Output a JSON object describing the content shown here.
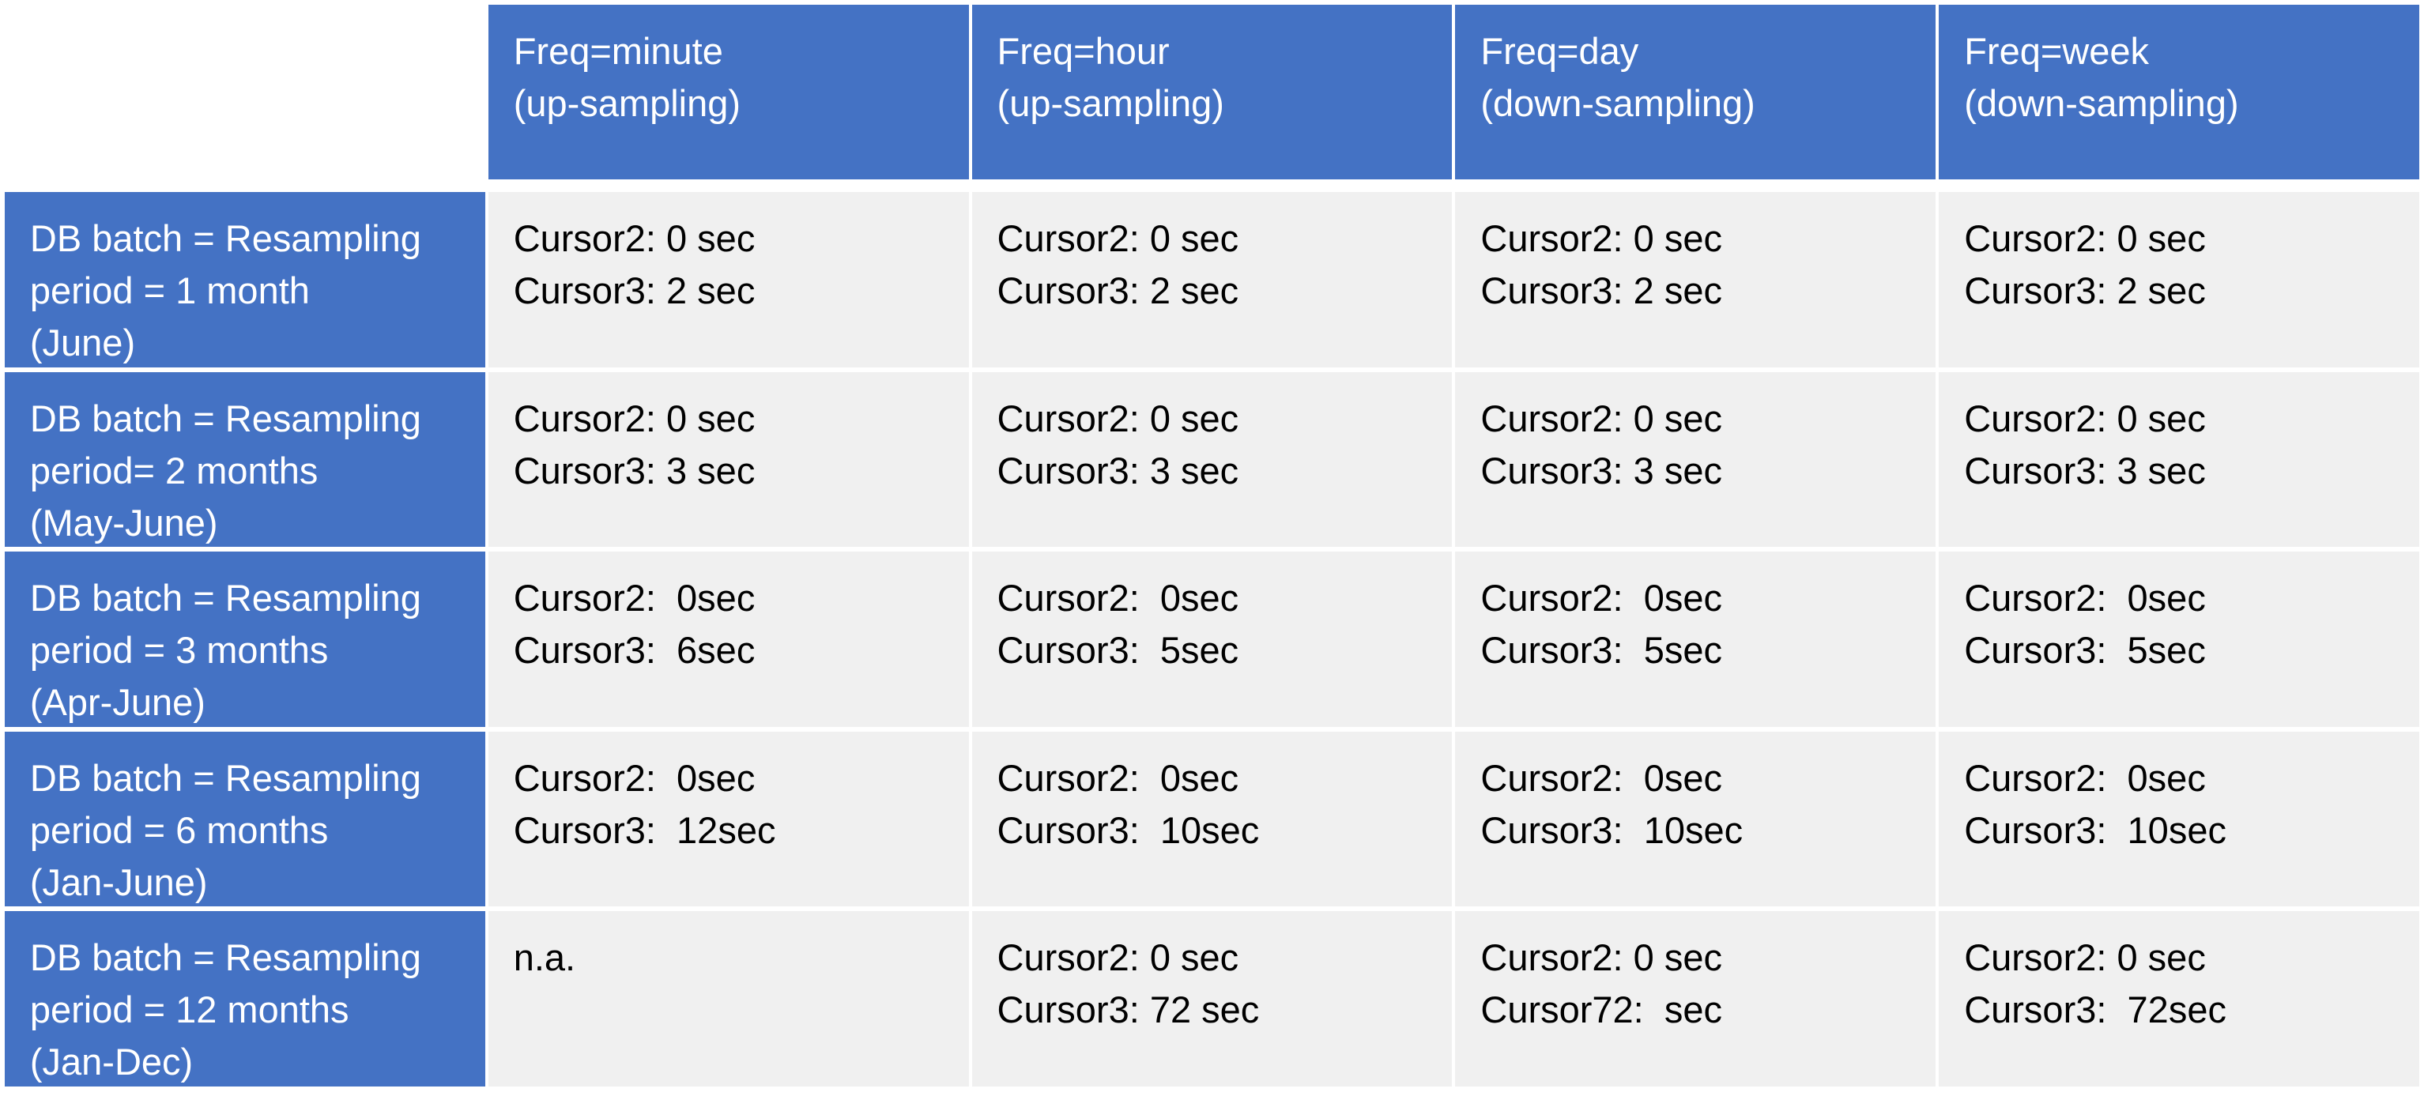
{
  "colors": {
    "header_bg": "#4472c4",
    "header_text": "#ffffff",
    "body_bg": "#f0f0f0",
    "body_text": "#000000"
  },
  "table": {
    "column_headers": [
      [
        "Freq=minute",
        "(up-sampling)"
      ],
      [
        "Freq=hour",
        "(up-sampling)"
      ],
      [
        "Freq=day",
        "(down-sampling)"
      ],
      [
        "Freq=week",
        "(down-sampling)"
      ]
    ],
    "rows": [
      {
        "header": [
          "DB batch = Resampling",
          "period = 1 month",
          "(June)"
        ],
        "cells": [
          [
            "Cursor2: 0 sec",
            "Cursor3: 2 sec"
          ],
          [
            "Cursor2: 0 sec",
            "Cursor3: 2 sec"
          ],
          [
            "Cursor2: 0 sec",
            "Cursor3: 2 sec"
          ],
          [
            "Cursor2: 0 sec",
            "Cursor3: 2 sec"
          ]
        ]
      },
      {
        "header": [
          "DB batch = Resampling",
          "period= 2 months",
          "(May-June)"
        ],
        "cells": [
          [
            "Cursor2: 0 sec",
            "Cursor3: 3 sec"
          ],
          [
            "Cursor2: 0 sec",
            "Cursor3: 3 sec"
          ],
          [
            "Cursor2: 0 sec",
            "Cursor3: 3 sec"
          ],
          [
            "Cursor2: 0 sec",
            "Cursor3: 3 sec"
          ]
        ]
      },
      {
        "header": [
          "DB batch = Resampling",
          "period = 3 months",
          "(Apr-June)"
        ],
        "cells": [
          [
            "Cursor2:  0sec",
            "Cursor3:  6sec"
          ],
          [
            "Cursor2:  0sec",
            "Cursor3:  5sec"
          ],
          [
            "Cursor2:  0sec",
            "Cursor3:  5sec"
          ],
          [
            "Cursor2:  0sec",
            "Cursor3:  5sec"
          ]
        ]
      },
      {
        "header": [
          "DB batch = Resampling",
          "period = 6 months",
          "(Jan-June)"
        ],
        "cells": [
          [
            "Cursor2:  0sec",
            "Cursor3:  12sec"
          ],
          [
            "Cursor2:  0sec",
            "Cursor3:  10sec"
          ],
          [
            "Cursor2:  0sec",
            "Cursor3:  10sec"
          ],
          [
            "Cursor2:  0sec",
            "Cursor3:  10sec"
          ]
        ]
      },
      {
        "header": [
          "DB batch = Resampling",
          "period = 12 months",
          "(Jan-Dec)"
        ],
        "cells": [
          [
            "n.a."
          ],
          [
            "Cursor2: 0 sec",
            "Cursor3: 72 sec"
          ],
          [
            "Cursor2: 0 sec",
            "Cursor72:  sec"
          ],
          [
            "Cursor2: 0 sec",
            "Cursor3:  72sec"
          ]
        ]
      }
    ]
  }
}
